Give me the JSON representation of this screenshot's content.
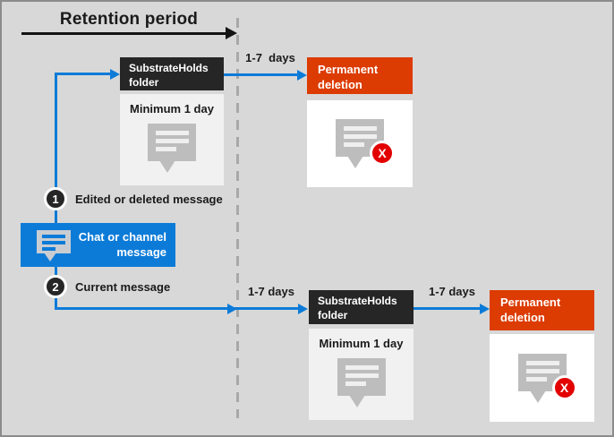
{
  "header": {
    "title": "Retention period"
  },
  "chat_box": {
    "label": "Chat or channel message"
  },
  "steps": [
    {
      "number": "1",
      "label": "Edited or deleted message"
    },
    {
      "number": "2",
      "label": "Current message"
    }
  ],
  "row1": {
    "duration": "1-7  days",
    "folder_title": "SubstrateHolds folder",
    "minimum_label": "Minimum 1 day",
    "deletion_title": "Permanent deletion",
    "x_glyph": "X"
  },
  "row2": {
    "duration_in": "1-7 days",
    "duration_out": "1-7 days",
    "folder_title": "SubstrateHolds folder",
    "minimum_label": "Minimum 1 day",
    "deletion_title": "Permanent deletion",
    "x_glyph": "X"
  },
  "colors": {
    "background": "#D8D8D8",
    "accent_blue": "#0C7BD8",
    "dark_box": "#262626",
    "orange_red": "#DC3B01",
    "delete_red": "#E20000",
    "icon_gray": "#BDBDBD",
    "dashed_line": "#A8A8A8"
  }
}
